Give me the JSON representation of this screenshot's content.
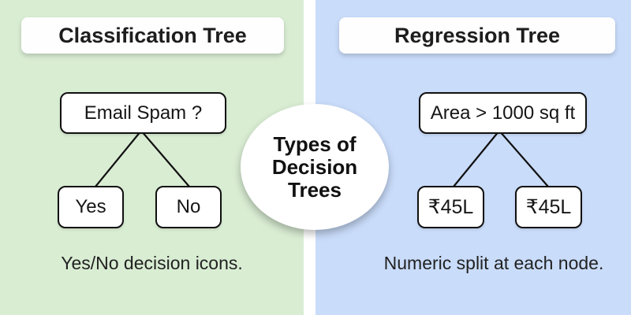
{
  "center": {
    "text": "Types of Decision Trees",
    "lines": [
      "Types of",
      "Decision",
      "Trees"
    ]
  },
  "panels": [
    {
      "id": "classification",
      "title": "Classification Tree",
      "root": "Email Spam ?",
      "children": [
        "Yes",
        "No"
      ],
      "caption": "Yes/No decision icons."
    },
    {
      "id": "regression",
      "title": "Regression Tree",
      "root": "Area > 1000 sq ft",
      "children": [
        "₹45L",
        "₹45L"
      ],
      "caption": "Numeric split at each node."
    }
  ],
  "colors": {
    "left_panel_bg": "#d9edd3",
    "right_panel_bg": "#c9dcfa",
    "divider": "#ffffff",
    "card_bg": "#ffffff",
    "node_border": "#111111",
    "edge_line": "#111111",
    "text": "#1c1c1c"
  }
}
